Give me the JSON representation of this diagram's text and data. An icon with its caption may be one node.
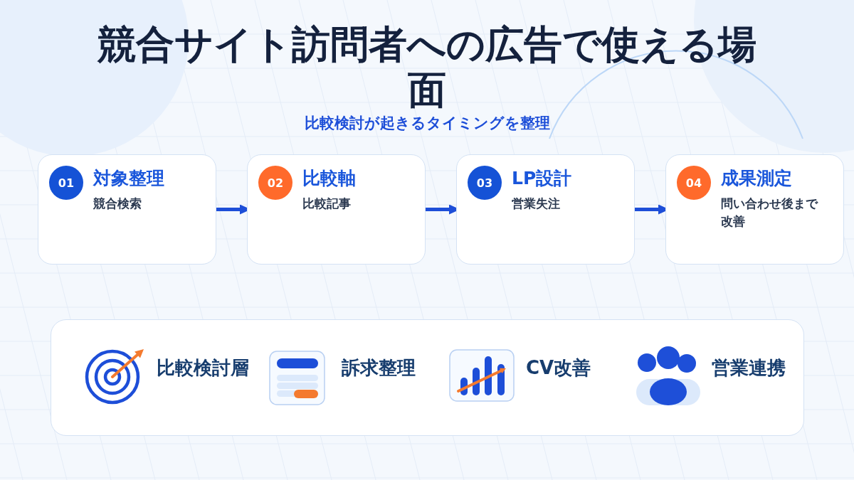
{
  "diagram": {
    "title": "競合サイト訪問者への広告で使える場面",
    "nodes": [
      {
        "text": [
          "対象整理",
          "競合検索"
        ]
      },
      {
        "text": [
          "01"
        ],
        "in": 0
      },
      {
        "text": [
          "比較軸",
          "比較記事"
        ]
      },
      {
        "text": [
          "02"
        ],
        "in": 2
      },
      {
        "text": [
          "LP設計",
          "営業失注"
        ]
      },
      {
        "text": [
          "03"
        ],
        "in": 4
      },
      {
        "text": [
          "成果測定",
          "問い合わせ後まで改善"
        ]
      },
      {
        "text": [
          "04"
        ],
        "in": 6
      },
      {
        "text": [
          "比較検討層",
          "訴求整理",
          "CV改善",
          "営業連携"
        ]
      }
    ],
    "edges": [
      {
        "from": 0,
        "to": 2,
        "arrow": "to"
      },
      {
        "from": 2,
        "to": 4,
        "arrow": "to"
      },
      {
        "from": 4,
        "to": 6,
        "arrow": "to"
      }
    ],
    "labels": [
      "比較検討が起きるタイミングを整理"
    ]
  }
}
